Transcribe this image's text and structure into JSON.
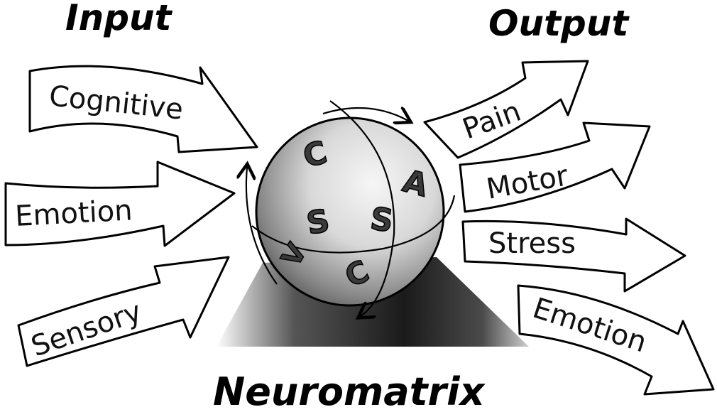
{
  "headings": {
    "input": "Input",
    "output": "Output",
    "center": "Neuromatrix"
  },
  "inputs": [
    "Cognitive",
    "Emotion",
    "Sensory"
  ],
  "outputs": [
    "Pain",
    "Motor",
    "Stress",
    "Emotion"
  ],
  "sphere_glyphs": [
    "C",
    "A",
    "S",
    "S",
    "V",
    "C"
  ],
  "colors": {
    "ink": "#000000",
    "background": "#ffffff",
    "sphere_light": "#f4f4f4",
    "sphere_dark": "#555555",
    "shadow": "#222222"
  }
}
